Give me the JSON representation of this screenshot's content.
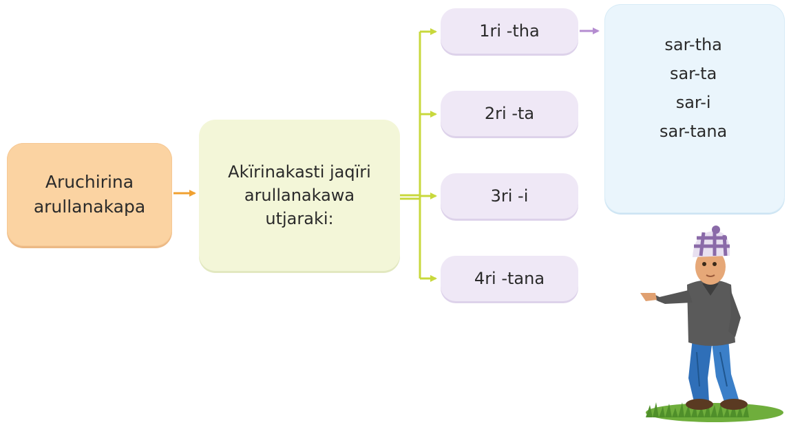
{
  "root": {
    "label": "Aruchirina\narullanakapa"
  },
  "middle": {
    "label": "Akïrinakasti jaqïri\narullanakawa\nutjaraki:"
  },
  "branches": [
    {
      "label": "1ri -tha"
    },
    {
      "label": "2ri -ta"
    },
    {
      "label": "3ri -i"
    },
    {
      "label": "4ri -tana"
    }
  ],
  "results": [
    "sar-tha",
    "sar-ta",
    "sar-i",
    "sar-tana"
  ],
  "colors": {
    "root_fill": "#fbd3a2",
    "middle_fill": "#f3f6d8",
    "branch_fill": "#efe8f6",
    "result_fill": "#eaf5fc",
    "arrow_orange": "#f0a030",
    "arrow_green": "#c8d83c",
    "arrow_purple": "#b48cd0"
  },
  "illustration": {
    "subject": "boy-pointing-left"
  }
}
